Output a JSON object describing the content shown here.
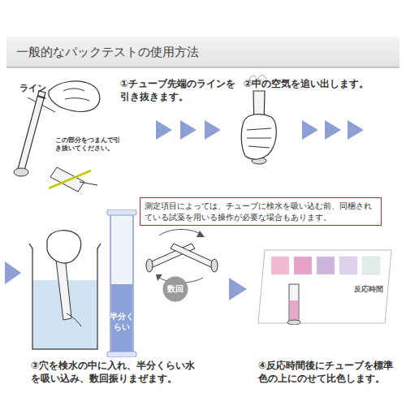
{
  "diagram": {
    "title": "一般的なパックテストの使用方法",
    "nodes": [
      {
        "text": [
          "測定項目によっては、チューブに検水を吸い込む前、同梱されている試薬を用いる操作が必要な場合もあります。"
        ]
      },
      {
        "text": [
          "半分くらい"
        ]
      },
      {
        "text": [
          "数回"
        ]
      },
      {
        "text": [
          "反応時間"
        ]
      }
    ],
    "labels": [
      "ライン",
      "この部分をつまんで引き抜いてください。",
      "①チューブ先端のラインを引き抜きます。",
      "②中の空気を追い出します。",
      "③穴を検水の中に入れ、半分くらい水を吸い込み、数回振りまぜます。",
      "④反応時間後にチューブを標準色の上にのせて比色します。"
    ]
  }
}
